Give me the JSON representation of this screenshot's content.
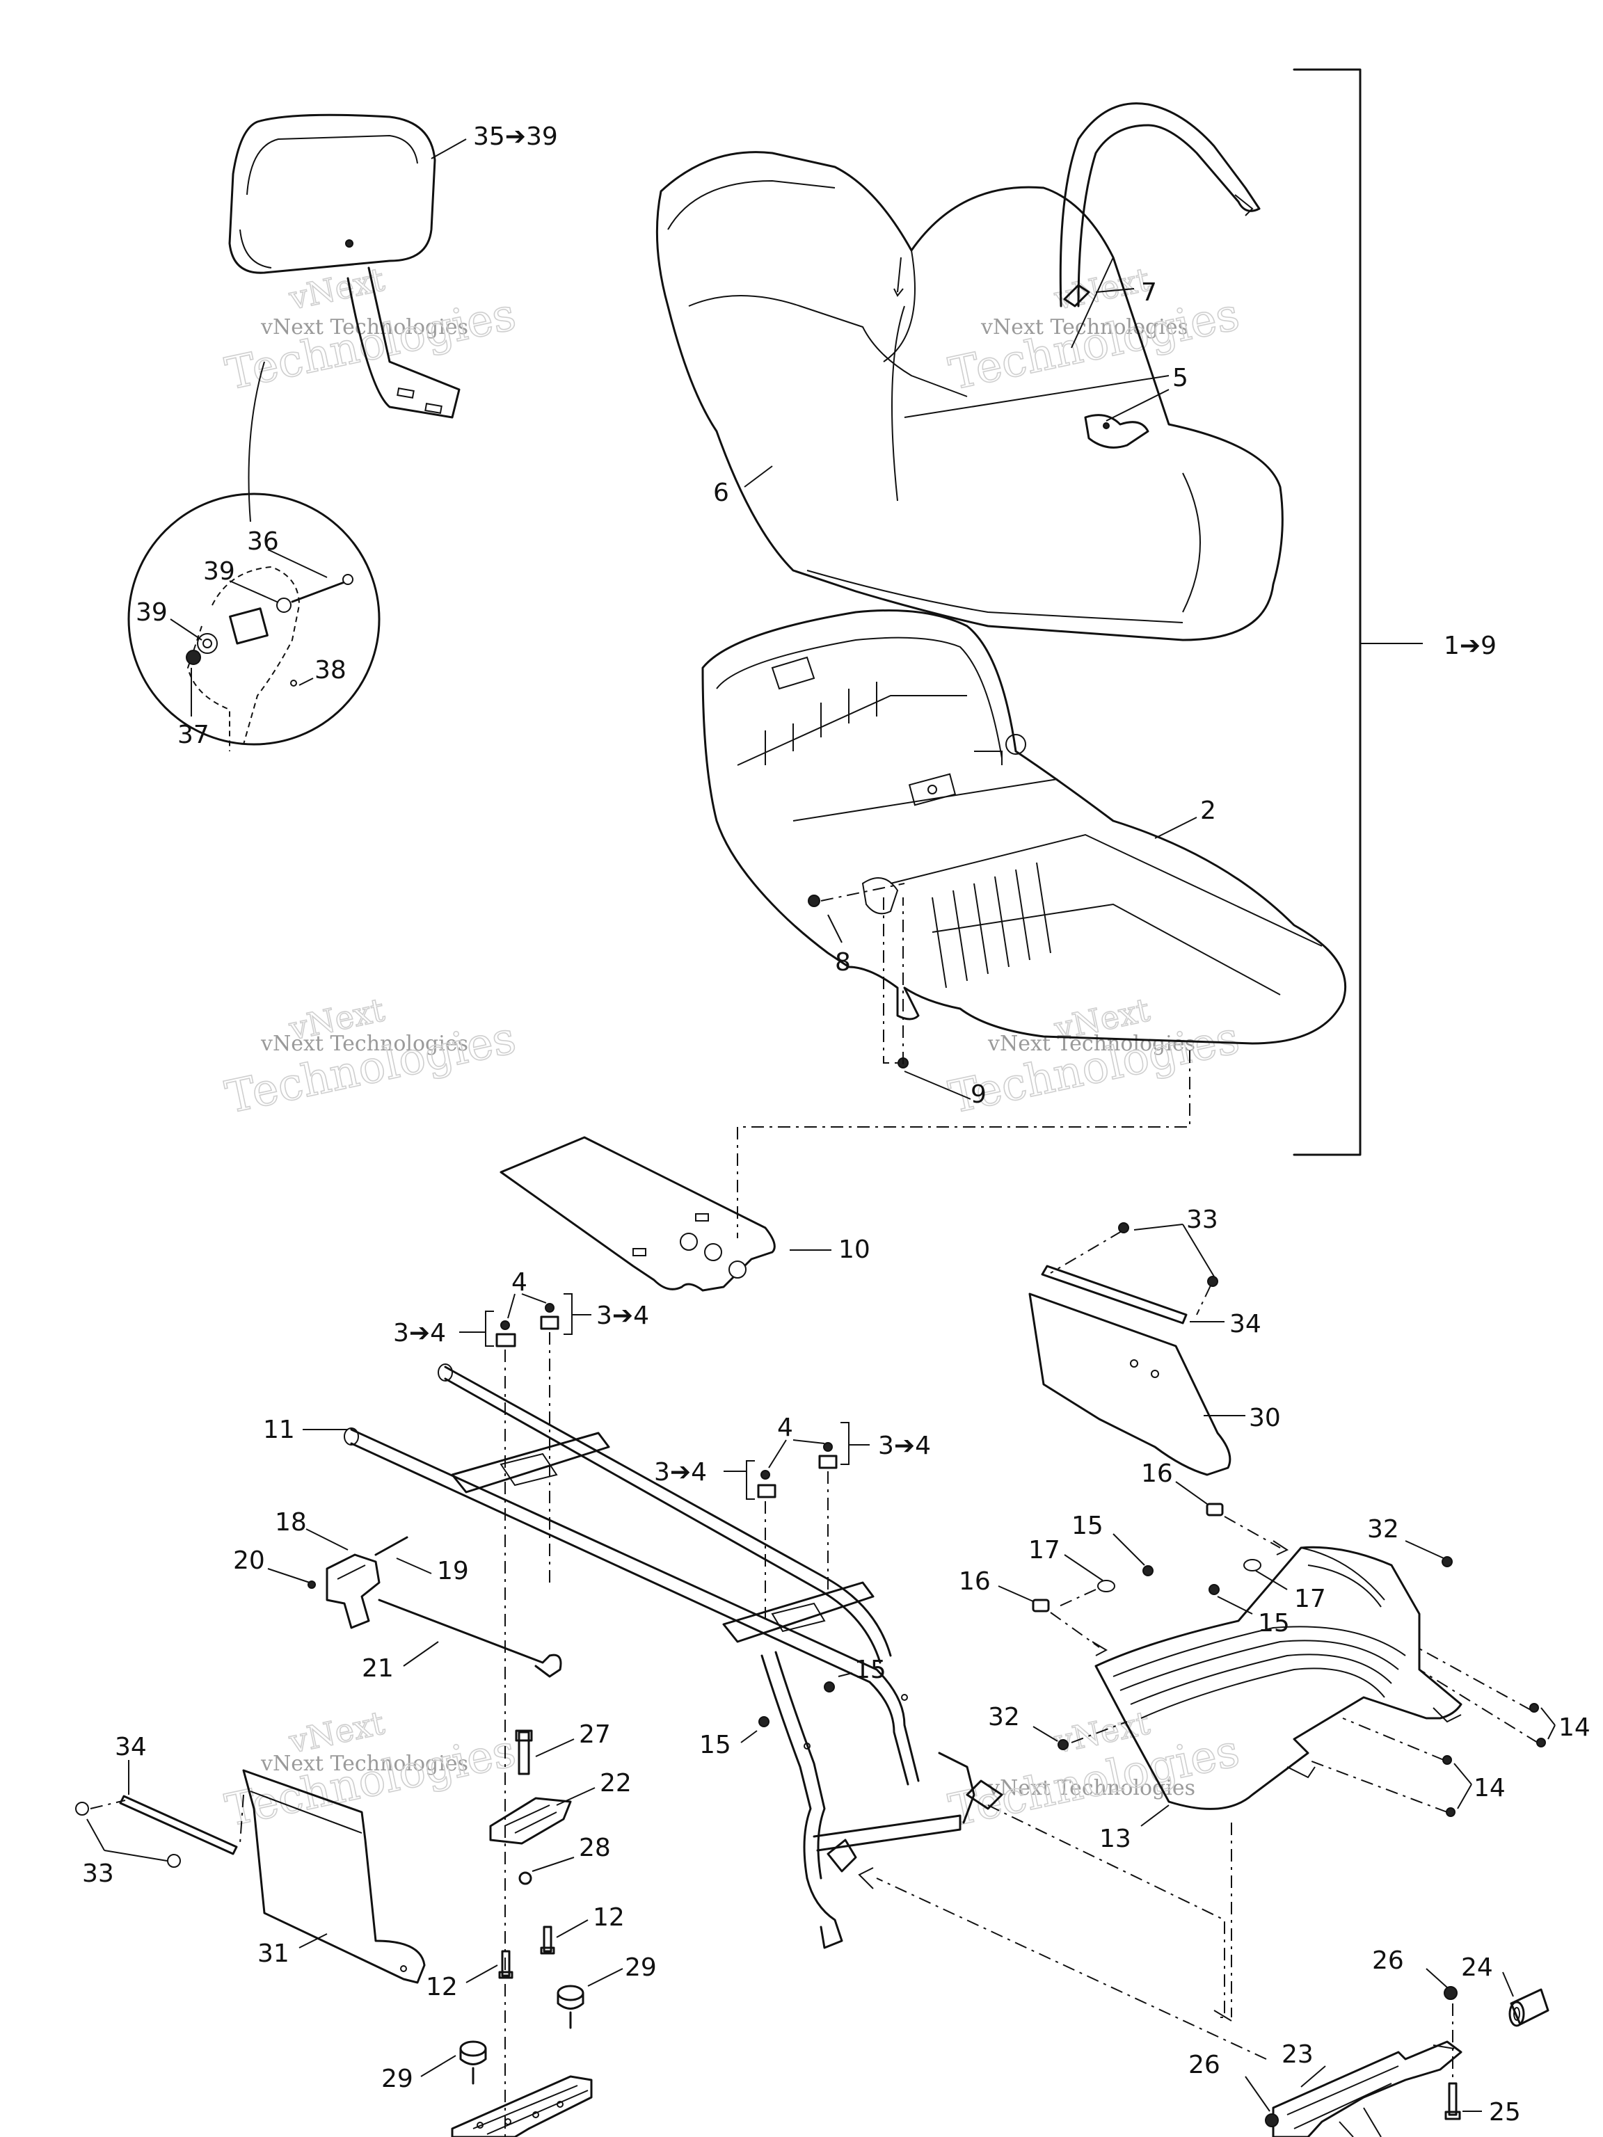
{
  "watermark": {
    "line1": "vNext",
    "line2": "vNext Technologies",
    "line3": "Technologies"
  },
  "callouts": {
    "c35_39": "35➔39",
    "c36": "36",
    "c39a": "39",
    "c39b": "39",
    "c37": "37",
    "c38": "38",
    "c7": "7",
    "c5": "5",
    "c6": "6",
    "c1_9": "1➔9",
    "c2": "2",
    "c8": "8",
    "c9": "9",
    "c10": "10",
    "c33a": "33",
    "c34a": "34",
    "c30": "30",
    "c4a": "4",
    "c3_4a": "3➔4",
    "c3_4b": "3➔4",
    "c4b": "4",
    "c3_4c": "3➔4",
    "c3_4d": "3➔4",
    "c11": "11",
    "c16a": "16",
    "c15a": "15",
    "c17a": "17",
    "c32a": "32",
    "c16b": "16",
    "c17b": "17",
    "c15b": "15",
    "c18": "18",
    "c20": "20",
    "c19": "19",
    "c21": "21",
    "c15c": "15",
    "c15d": "15",
    "c14a": "14",
    "c14b": "14",
    "c32b": "32",
    "c27": "27",
    "c22": "22",
    "c34b": "34",
    "c33b": "33",
    "c28": "28",
    "c13": "13",
    "c12a": "12",
    "c12b": "12",
    "c31": "31",
    "c26a": "26",
    "c24": "24",
    "c29a": "29",
    "c29b": "29",
    "c26b": "26",
    "c23": "23",
    "c25": "25"
  }
}
